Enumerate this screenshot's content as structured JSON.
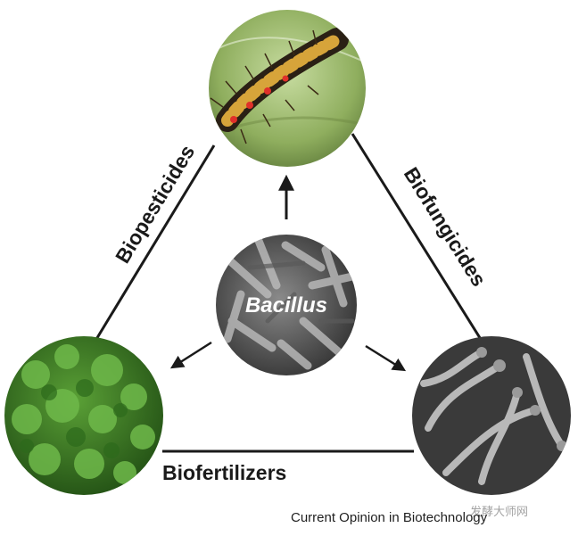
{
  "center": {
    "label": "Bacillus"
  },
  "edges": {
    "left": "Biopesticides",
    "right": "Biofungicides",
    "bottom": "Biofertilizers"
  },
  "credit": "Current Opinion in Biotechnology",
  "watermark": "发酵大师网",
  "colors": {
    "line": "#1a1a1a",
    "text": "#1a1a1a",
    "center_label": "#ffffff"
  }
}
